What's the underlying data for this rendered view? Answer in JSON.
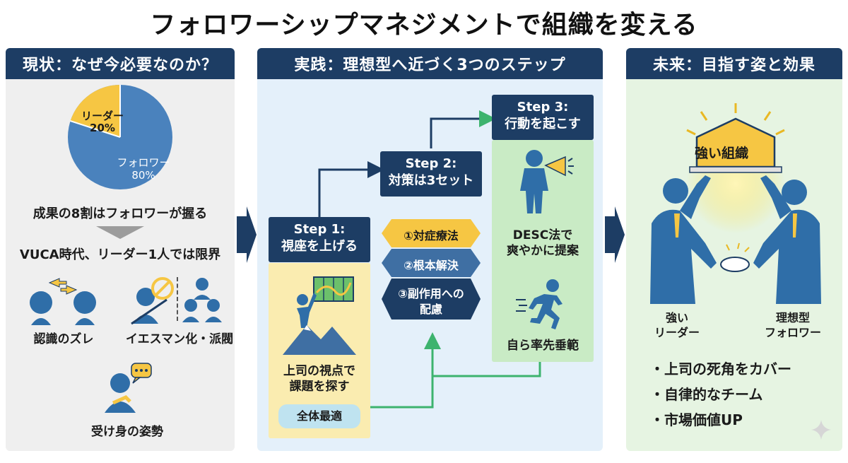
{
  "title": "フォロワーシップマネジメントで組織を変える",
  "left": {
    "header": "現状：なぜ今必要なのか？",
    "pie": {
      "leader_label": "リーダー",
      "leader_value": "20%",
      "follower_label": "フォロワー",
      "follower_value": "80%"
    },
    "caption1": "成果の8割はフォロワーが握る",
    "caption2": "VUCA時代、リーダー1人では限界",
    "icon_label1": "認識のズレ",
    "icon_label2": "イエスマン化・派閥",
    "icon_label3": "受け身の姿勢"
  },
  "middle": {
    "header": "実践：理想型へ近づく3つのステップ",
    "step1": {
      "head1": "Step 1:",
      "head2": "視座を上げる",
      "text1": "上司の視点で",
      "text2": "課題を探す",
      "pill": "全体最適"
    },
    "step2": {
      "head1": "Step 2:",
      "head2": "対策は3セット",
      "item1": "①対症療法",
      "item2": "②根本解決",
      "item3a": "③副作用への",
      "item3b": "配慮"
    },
    "step3": {
      "head1": "Step 3:",
      "head2": "行動を起こす",
      "text1": "DESC法で",
      "text2": "爽やかに提案",
      "text3": "自ら率先垂範"
    }
  },
  "right": {
    "header": "未来：目指す姿と効果",
    "house_label": "強い組織",
    "left_person1": "強い",
    "left_person2": "リーダー",
    "right_person1": "理想型",
    "right_person2": "フォロワー",
    "bullets": [
      "・上司の死角をカバー",
      "・自律的なチーム",
      "・市場価値UP"
    ]
  },
  "colors": {
    "navy": "#1d3d64",
    "pie_blue": "#4a82bd",
    "pie_yellow": "#f6c643",
    "green": "#3db36e",
    "icon_blue": "#2f6ea8"
  }
}
